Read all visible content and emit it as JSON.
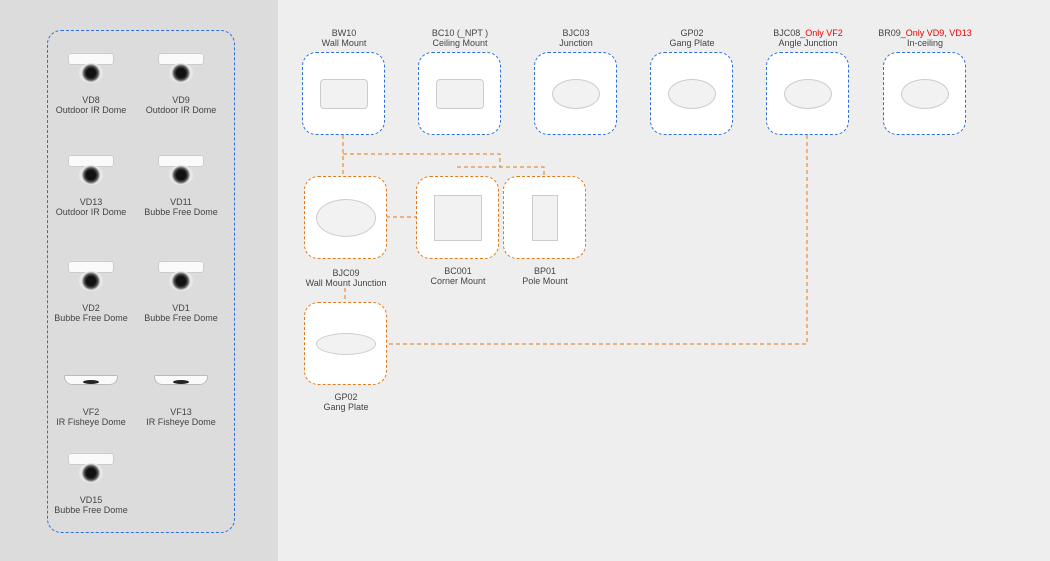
{
  "cameras": [
    {
      "code": "VD8",
      "name": "Outdoor IR Dome",
      "type": "dome"
    },
    {
      "code": "VD9",
      "name": "Outdoor IR Dome",
      "type": "dome"
    },
    {
      "code": "VD13",
      "name": "Outdoor IR Dome",
      "type": "dome"
    },
    {
      "code": "VD11",
      "name": "Bubbe Free Dome",
      "type": "bubble"
    },
    {
      "code": "VD2",
      "name": "Bubbe Free Dome",
      "type": "bubble"
    },
    {
      "code": "VD1",
      "name": "Bubbe Free Dome",
      "type": "bubble"
    },
    {
      "code": "VF2",
      "name": "IR Fisheye Dome",
      "type": "fisheye"
    },
    {
      "code": "VF13",
      "name": "IR Fisheye Dome",
      "type": "fisheye"
    },
    {
      "code": "VD15",
      "name": "Bubbe Free Dome",
      "type": "dome"
    }
  ],
  "top_mounts": [
    {
      "code": "BW10",
      "note": "",
      "name": "Wall Mount"
    },
    {
      "code": "BC10 (_NPT )",
      "note": "",
      "name": "Ceiling Mount"
    },
    {
      "code": "BJC03",
      "note": "",
      "name": "Junction"
    },
    {
      "code": "GP02",
      "note": "",
      "name": "Gang Plate"
    },
    {
      "code": "BJC08_",
      "note": "Only VF2",
      "name": "Angle Junction"
    },
    {
      "code": "BR09_",
      "note": "Only VD9, VD13",
      "name": "In-ceiling"
    }
  ],
  "sub_mounts": [
    {
      "code": "BJC09",
      "name": "Wall Mount Junction"
    },
    {
      "code": "BC001",
      "name": "Corner Mount"
    },
    {
      "code": "BP01",
      "name": "Pole Mount"
    },
    {
      "code": "GP02",
      "name": "Gang Plate"
    }
  ],
  "colors": {
    "blue": "#2a6fdc",
    "orange": "#e07a1a",
    "highlight": "#ee0000"
  }
}
